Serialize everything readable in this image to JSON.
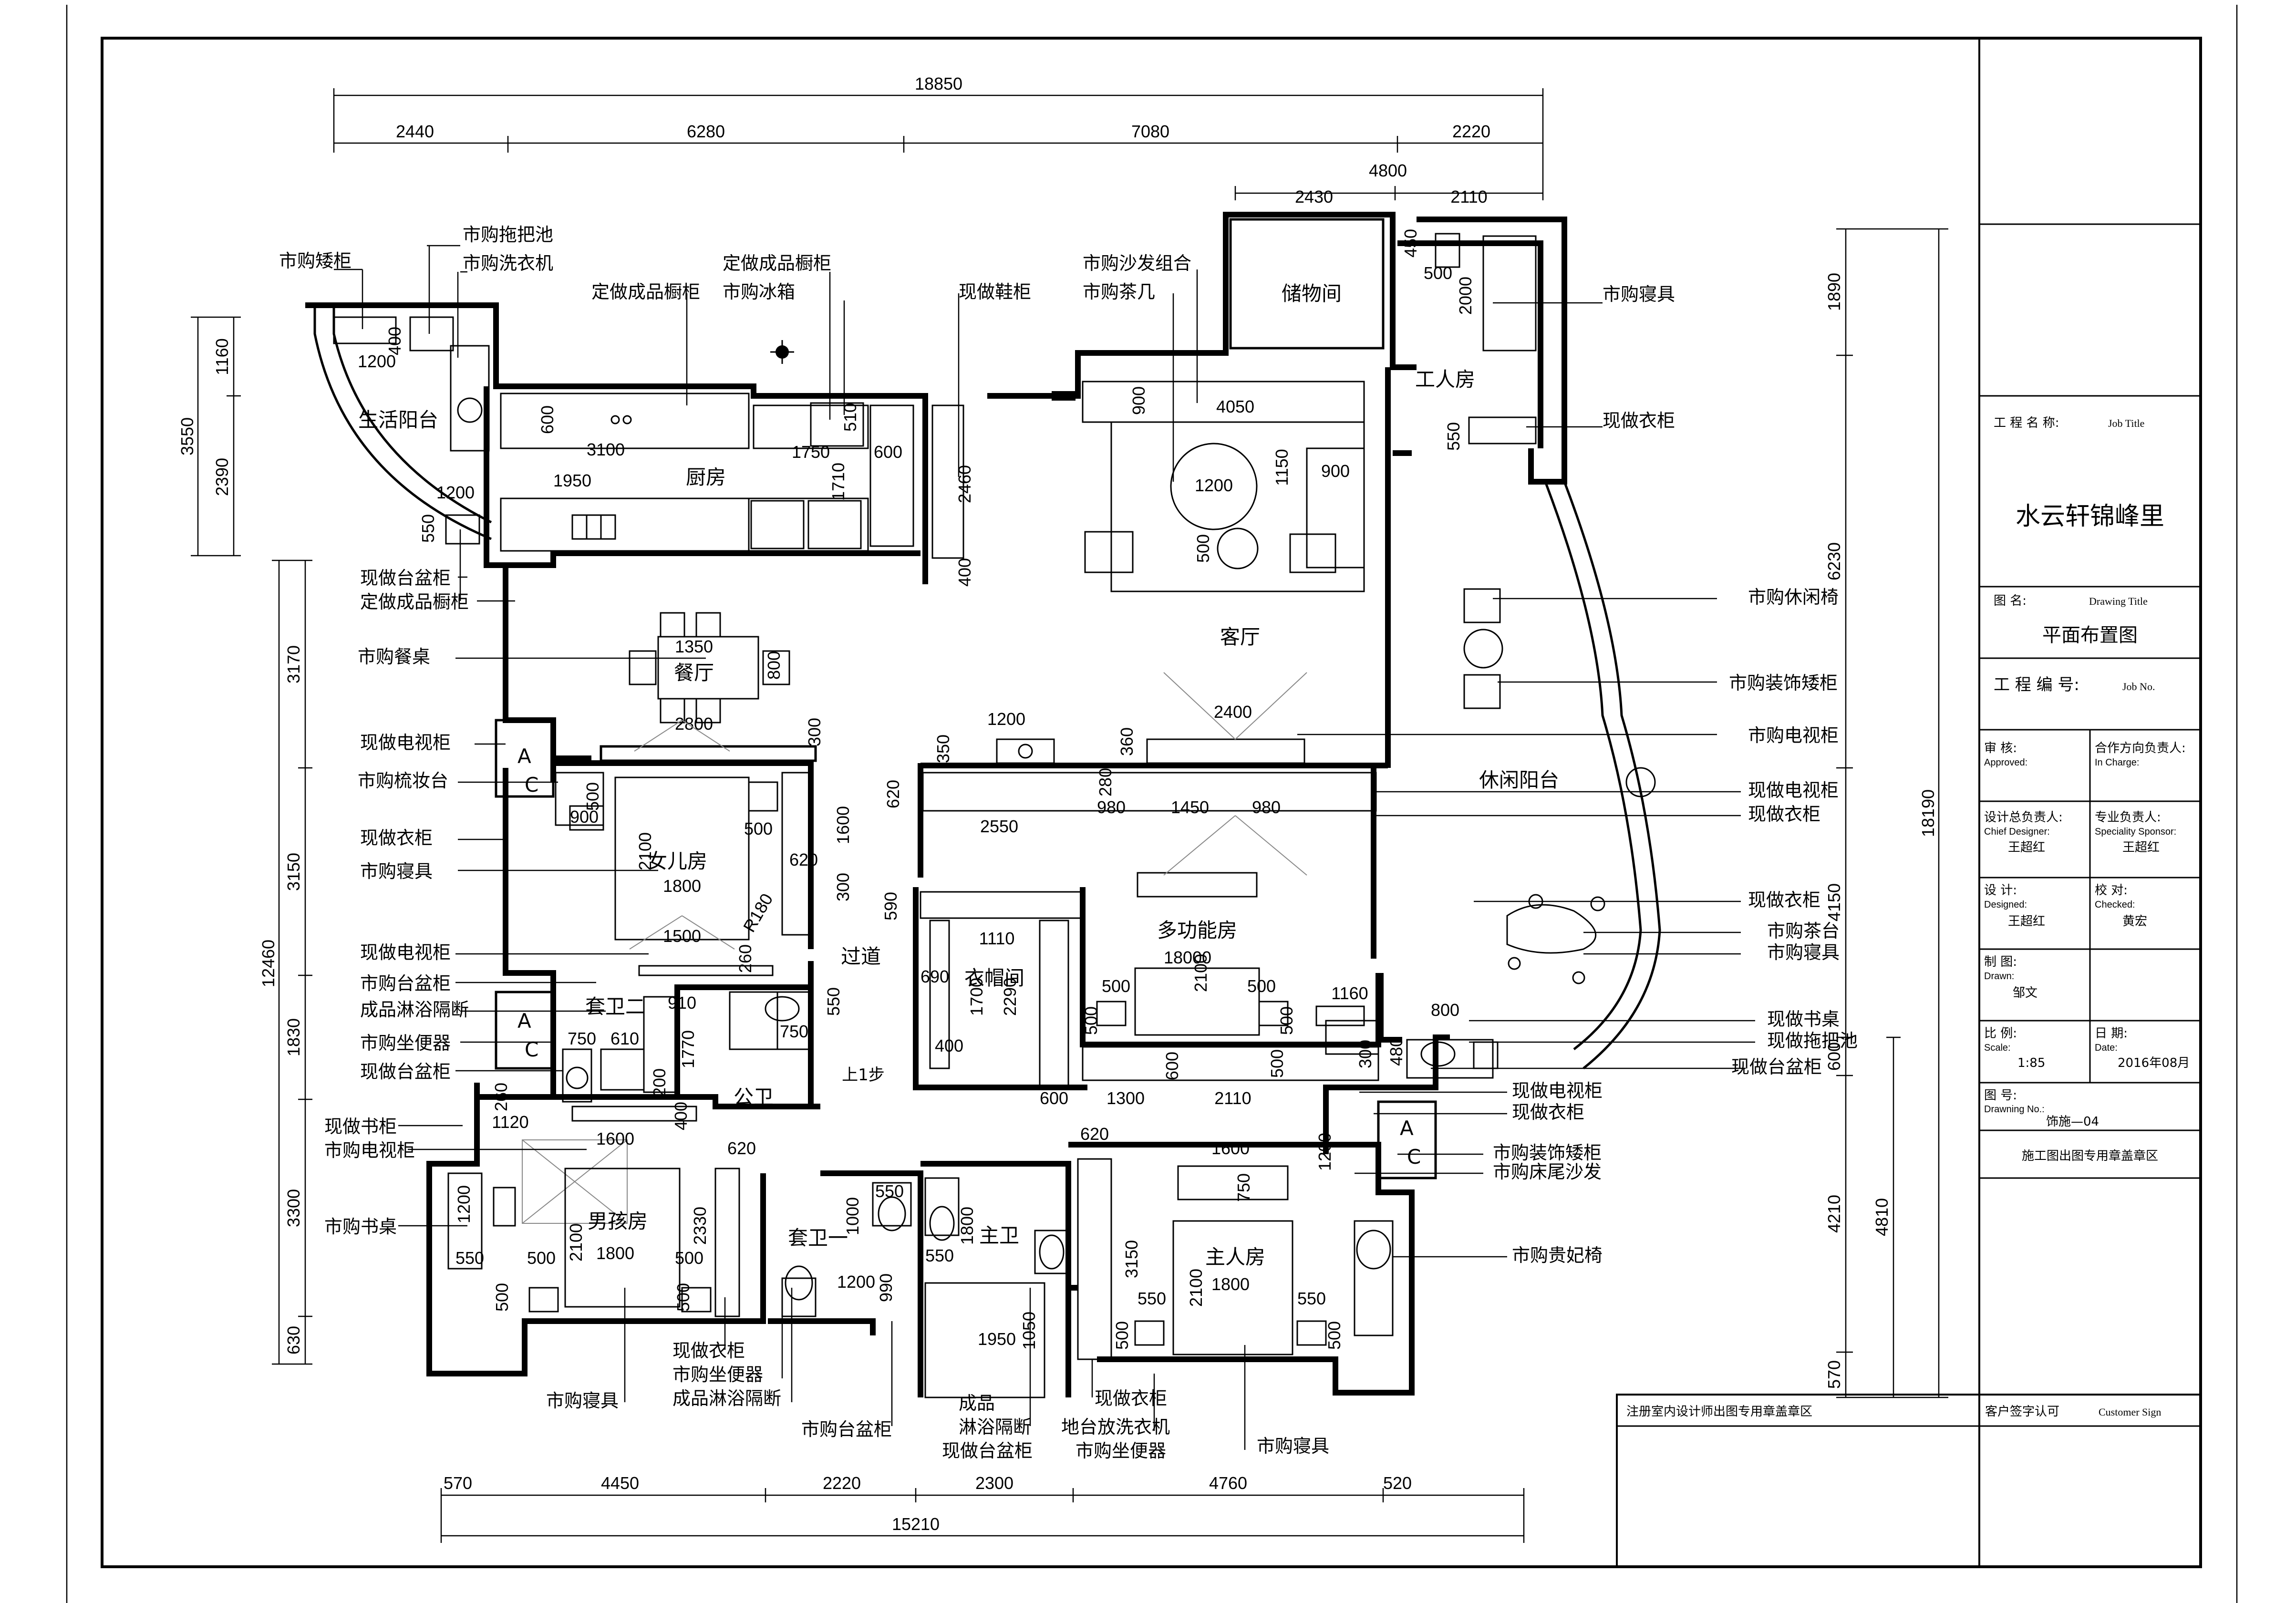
{
  "dims": {
    "top_total": "18850",
    "top_segments": [
      "2440",
      "6280",
      "7080",
      "2220"
    ],
    "right_upper_total": "4800",
    "right_upper_segments": [
      "2430",
      "2110"
    ],
    "bottom_total": "15210",
    "bottom_segments": [
      "570",
      "4450",
      "2220",
      "2300",
      "4760",
      "520"
    ],
    "left_upper": [
      "3550",
      "1160",
      "2390"
    ],
    "left_lower_total": "12460",
    "left_lower": [
      "3170",
      "3150",
      "1830",
      "3300",
      "630"
    ],
    "right_total": "18190",
    "right_segments": [
      "1890",
      "6230",
      "4150",
      "600",
      "4210",
      "570"
    ],
    "right_lower": "4810",
    "interior": {
      "d400": "400",
      "d1200a": "1200",
      "d600a": "600",
      "d3100": "3100",
      "d1750": "1750",
      "d510": "510",
      "d600b": "600",
      "d1710": "1710",
      "d1200b": "1200",
      "d1950a": "1950",
      "d550a": "550",
      "d2460": "2460",
      "d400b": "400",
      "d900a": "900",
      "d4050": "4050",
      "d1200c": "1200",
      "d1150": "1150",
      "d900b": "900",
      "d500a": "500",
      "d450": "450",
      "d500b": "500",
      "d2000": "2000",
      "d550b": "550",
      "d1350": "1350",
      "d800a": "800",
      "d2800": "2800",
      "d300a": "300",
      "d2400": "2400",
      "d1200d": "1200",
      "d350": "350",
      "d360": "360",
      "d620a": "620",
      "d280": "280",
      "d980a": "980",
      "d1450": "1450",
      "d980b": "980",
      "d2550": "2550",
      "d900c": "900",
      "d500c": "500",
      "d1800a": "1800",
      "d2100a": "2100",
      "d1600a": "1600",
      "d500d": "500",
      "d620b": "620",
      "d300b": "300",
      "dR180": "R180",
      "d1500": "1500",
      "d260a": "260",
      "d590": "590",
      "d1110": "1110",
      "d690": "690",
      "d1700": "1700",
      "d2290": "2290",
      "d400c": "400",
      "d910": "910",
      "d750a": "750",
      "d610": "610",
      "d1770": "1770",
      "d200": "200",
      "d550c": "550",
      "d750b": "750",
      "d400d": "400",
      "d260b": "260",
      "d1120": "1120",
      "d1600b": "1600",
      "d620c": "620",
      "d2330": "2330",
      "d1200e": "1200",
      "d550d": "550",
      "d500e": "500",
      "d1800b": "1800",
      "d2100b": "2100",
      "d500f": "500",
      "d500g": "500",
      "d500h": "500",
      "d1000": "1000",
      "d550e": "550",
      "d1200f": "1200",
      "d990": "990",
      "d1800c": "1800",
      "d550f": "550",
      "d1950b": "1950",
      "d1050": "1050",
      "d620d": "620",
      "d3150": "3150",
      "d1600c": "1600",
      "d750c": "750",
      "d550g": "550",
      "d1800d": "1800",
      "d2100c": "2100",
      "d550h": "550",
      "d500i": "500",
      "d500j": "500",
      "d18000": "18000",
      "d2100d": "2100",
      "d500k": "500",
      "d500l": "500",
      "d500m": "500",
      "d500n": "500",
      "d1160": "1160",
      "d800b": "800",
      "d300c": "300",
      "d480": "480",
      "d600c": "600",
      "d1300": "1300",
      "d2110": "2110",
      "d600d": "600",
      "d500o": "500",
      "d1200g": "1200",
      "d40": "40"
    }
  },
  "rooms": {
    "storage": "储物间",
    "worker": "工人房",
    "balcony_life": "生活阳台",
    "kitchen": "厨房",
    "living": "客厅",
    "dining": "餐厅",
    "leisure_balcony": "休闲阳台",
    "girl": "女儿房",
    "corridor": "过道",
    "cloak": "衣帽间",
    "multi": "多功能房",
    "suite2": "套卫二",
    "public_wc": "公卫",
    "step": "上1步",
    "boy": "男孩房",
    "suite1": "套卫一",
    "master_wc": "主卫",
    "master": "主人房"
  },
  "labels_left": {
    "l1": "市购矮柜",
    "l2": "市购拖把池",
    "l3": "市购洗衣机",
    "l4": "定做成品橱柜",
    "l5": "定做成品橱柜",
    "l6": "市购冰箱",
    "l7": "现做鞋柜",
    "l8": "市购沙发组合",
    "l9": "市购茶几",
    "l10": "现做台盆柜",
    "l11": "定做成品橱柜",
    "l12": "市购餐桌",
    "l13": "现做电视柜",
    "l14": "市购梳妆台",
    "l15": "现做衣柜",
    "l16": "市购寝具",
    "l17": "现做电视柜",
    "l18": "市购台盆柜",
    "l19": "成品淋浴隔断",
    "l20": "市购坐便器",
    "l21": "现做台盆柜",
    "l22": "现做书柜",
    "l23": "市购电视柜",
    "l24": "市购书桌",
    "l25": "市购寝具"
  },
  "labels_bottom": {
    "b1": "现做衣柜",
    "b2": "市购坐便器",
    "b3": "成品淋浴隔断",
    "b4": "市购台盆柜",
    "b5": "成品",
    "b6": "淋浴隔断",
    "b7": "现做台盆柜",
    "b8": "现做衣柜",
    "b9": "地台放洗衣机",
    "b10": "市购坐便器",
    "b11": "市购寝具"
  },
  "labels_right": {
    "r1": "市购寝具",
    "r2": "现做衣柜",
    "r3": "市购休闲椅",
    "r4": "市购装饰矮柜",
    "r5": "市购电视柜",
    "r6": "现做电视柜",
    "r7": "现做衣柜",
    "r8": "现做衣柜",
    "r9": "市购茶台",
    "r10": "市购寝具",
    "r11": "现做书桌",
    "r12": "现做拖把池",
    "r13": "现做台盆柜",
    "r14": "现做电视柜",
    "r15": "现做衣柜",
    "r16": "市购装饰矮柜",
    "r17": "市购床尾沙发",
    "r18": "市购贵妃椅"
  },
  "ac": {
    "a": "A",
    "c": "C"
  },
  "title_block": {
    "project_name_label": "工 程 名 称:",
    "project_name_en": "Job Title",
    "project_name": "水云轩锦峰里",
    "drawing_label": "图      名:",
    "drawing_en": "Drawing Title",
    "drawing_title": "平面布置图",
    "job_no_label": "工 程 编 号:",
    "job_no_en": "Job No.",
    "approved_label": "审      核:",
    "approved_en": "Approved:",
    "in_charge_label": "合作方向负责人:",
    "in_charge_en": "In Charge:",
    "chief_label": "设计总负责人:",
    "chief_en": "Chief Designer:",
    "chief_name": "王超红",
    "spec_label": "专业负责人:",
    "spec_en": "Speciality Sponsor:",
    "spec_name": "王超红",
    "designed_label": "设      计:",
    "designed_en": "Designed:",
    "designed_name": "王超红",
    "checked_label": "校      对:",
    "checked_en": "Checked:",
    "checked_name": "黄宏",
    "drawn_label": "制      图:",
    "drawn_en": "Drawn:",
    "drawn_name": "邹文",
    "scale_label": "比      例:",
    "scale_en": "Scale:",
    "scale_value": "1:85",
    "date_label": "日      期:",
    "date_en": "Date:",
    "date_value": "2016年08月",
    "dwg_label": "图      号:",
    "dwg_en": "Drawning No.:",
    "dwg_value": "饰施—04",
    "stamp_area": "施工图出图专用章盖章区",
    "designer_stamp": "注册室内设计师出图专用章盖章区",
    "client_sign": "客户签字认可",
    "client_sign_en": "Customer Sign"
  }
}
